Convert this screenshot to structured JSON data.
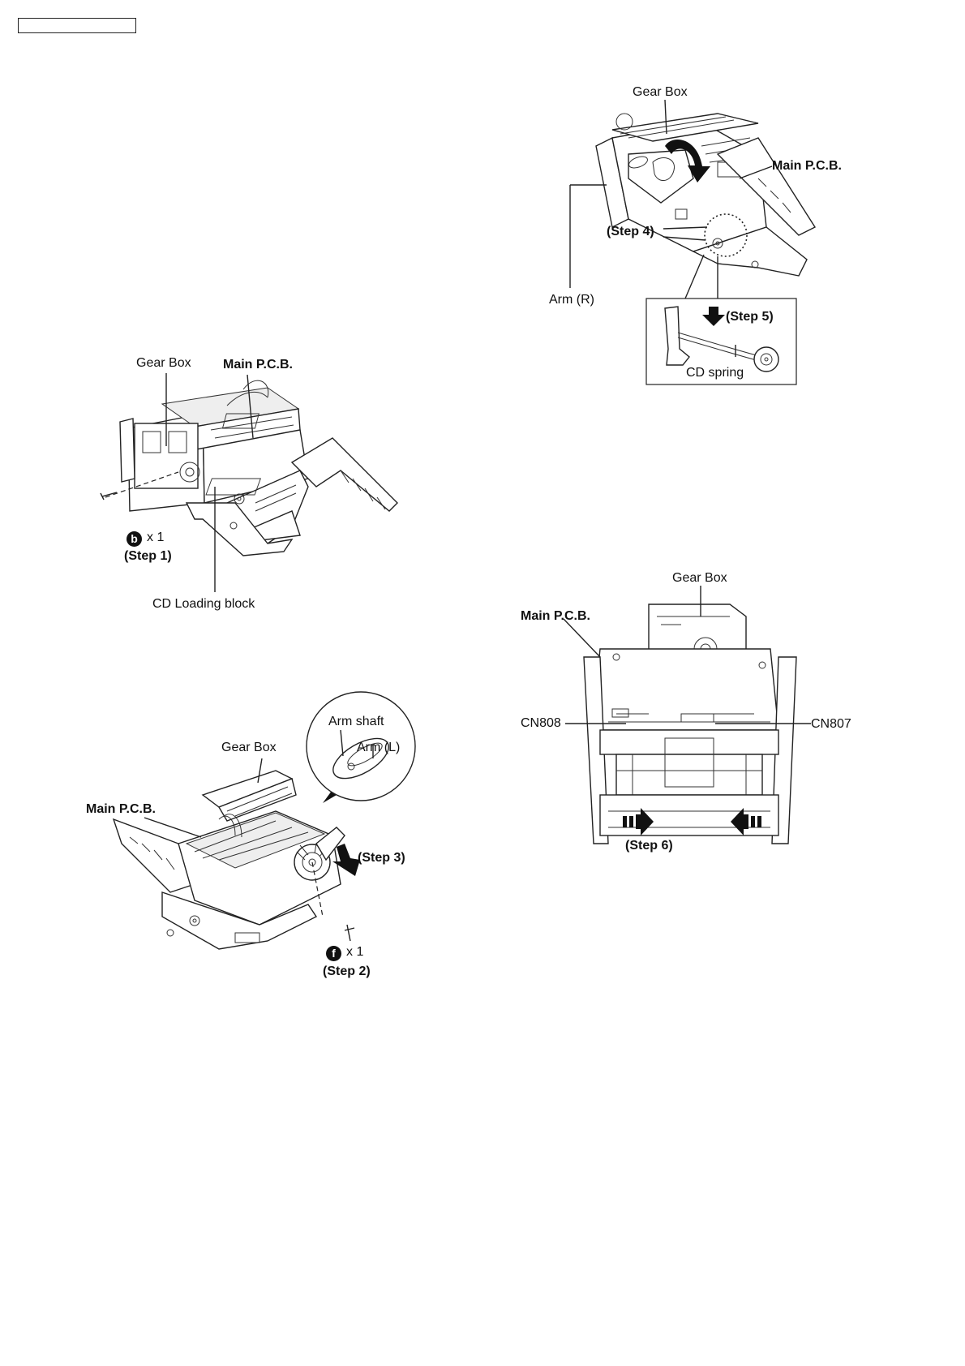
{
  "page_header": "",
  "figure1": {
    "gear_box": "Gear Box",
    "main_pcb": "Main P.C.B.",
    "screw_symbol": "b",
    "screw_count": "x 1",
    "step": "(Step 1)",
    "cd_loading_block": "CD Loading block"
  },
  "figure2": {
    "gear_box": "Gear Box",
    "main_pcb": "Main P.C.B.",
    "arm_shaft": "Arm shaft",
    "arm_l": "Arm (L)",
    "step3": "(Step 3)",
    "screw_symbol": "f",
    "screw_count": "x 1",
    "step2": "(Step 2)"
  },
  "figure3": {
    "gear_box": "Gear Box",
    "main_pcb": "Main P.C.B.",
    "step4": "(Step 4)",
    "arm_r": "Arm (R)",
    "step5": "(Step 5)",
    "cd_spring": "CD spring"
  },
  "figure4": {
    "gear_box": "Gear Box",
    "main_pcb": "Main P.C.B.",
    "cn808": "CN808",
    "cn807": "CN807",
    "step6": "(Step 6)"
  }
}
